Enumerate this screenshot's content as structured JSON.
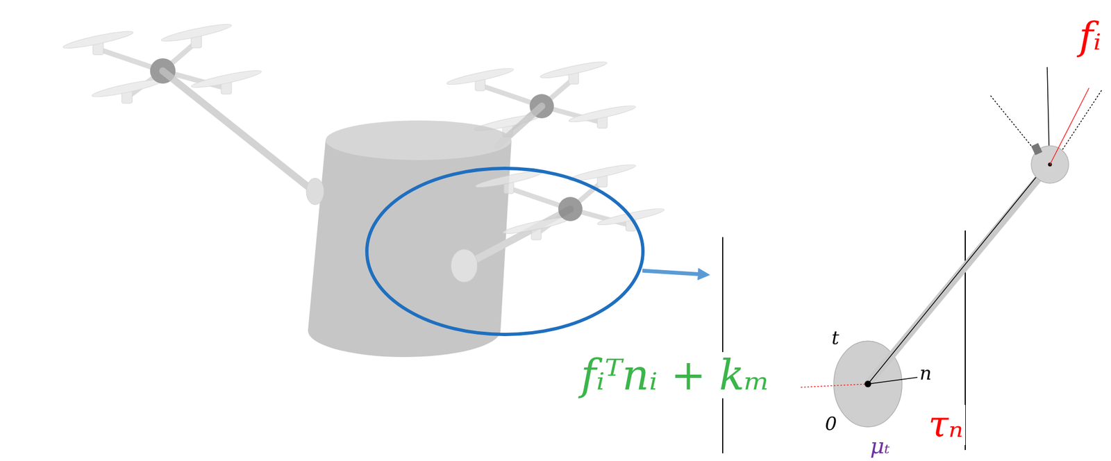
{
  "diagram": {
    "labels": [
      "fᵢ",
      "t",
      "fᵢᵀnᵢ + kₘ",
      "n",
      "τₙ",
      "0",
      "μₜ"
    ]
  }
}
